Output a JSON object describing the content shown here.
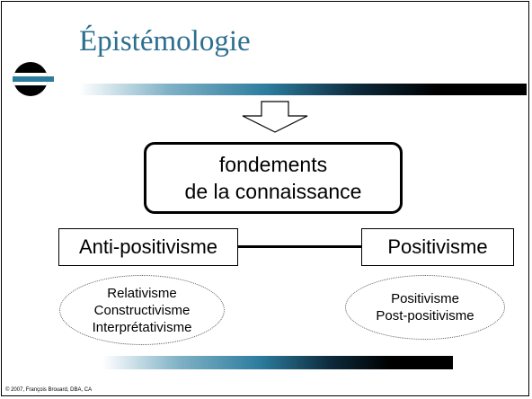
{
  "title": "Épistémologie",
  "main_box": {
    "line1": "fondements",
    "line2": "de la connaissance"
  },
  "left_box": {
    "label": "Anti-positivisme"
  },
  "right_box": {
    "label": "Positivisme"
  },
  "left_ellipse": {
    "items": [
      "Relativisme",
      "Constructivisme",
      "Interprétativisme"
    ]
  },
  "right_ellipse": {
    "items": [
      "Positivisme",
      "Post-positivisme"
    ]
  },
  "footer": "© 2007, François Brouard, DBA, CA",
  "colors": {
    "title": "#2c6e90",
    "accent_dark": "#0d2a3c",
    "accent_mid": "#2c7c9e",
    "accent_light": "#7fb1c6"
  }
}
